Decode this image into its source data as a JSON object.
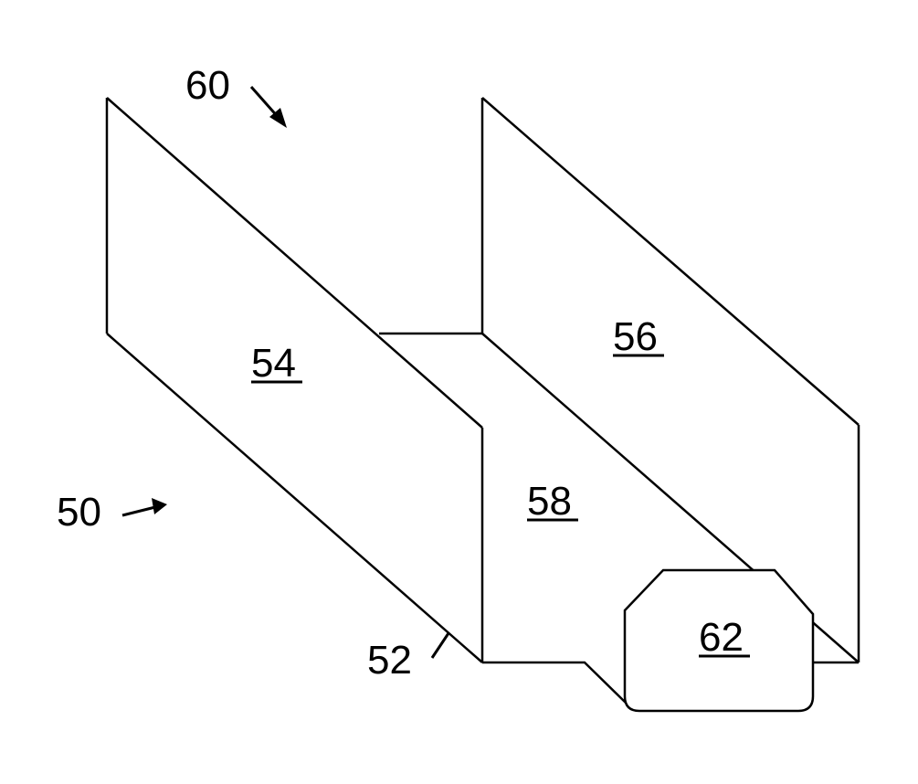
{
  "figure": {
    "labels": {
      "assembly_top": "60",
      "assembly_side": "50",
      "fold_edge": "52",
      "left_wall": "54",
      "right_wall": "56",
      "base": "58",
      "insert": "62"
    }
  },
  "colors": {
    "line": "#000000",
    "background": "#ffffff"
  }
}
